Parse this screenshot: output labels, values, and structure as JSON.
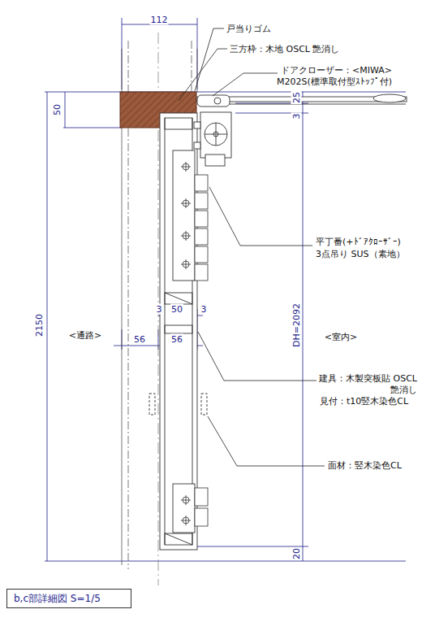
{
  "diagram": {
    "nodes": [
      {
        "text": [
          "b,c部詳細図 S=1/5"
        ]
      }
    ],
    "labels": [
      "112",
      "戸当りゴム",
      "三方枠：木地 OSCL 艶消し",
      "ドアクローザー：<MIWA>",
      "M202S(標準取付型ｽﾄｯﾌﾟ付)",
      "50",
      "25",
      "3",
      "平丁番(+ﾄﾞｱｸﾛｰｻﾞｰ)",
      "3点吊り SUS（素地）",
      "2150",
      "<通路>",
      "3",
      "50",
      "3",
      "56",
      "56",
      "<室内>",
      "DH=2092",
      "建具：木製突板貼 OSCL",
      "艶消し",
      "見付：t10竪木染色CL",
      "面材：竪木染色CL",
      "20"
    ]
  }
}
